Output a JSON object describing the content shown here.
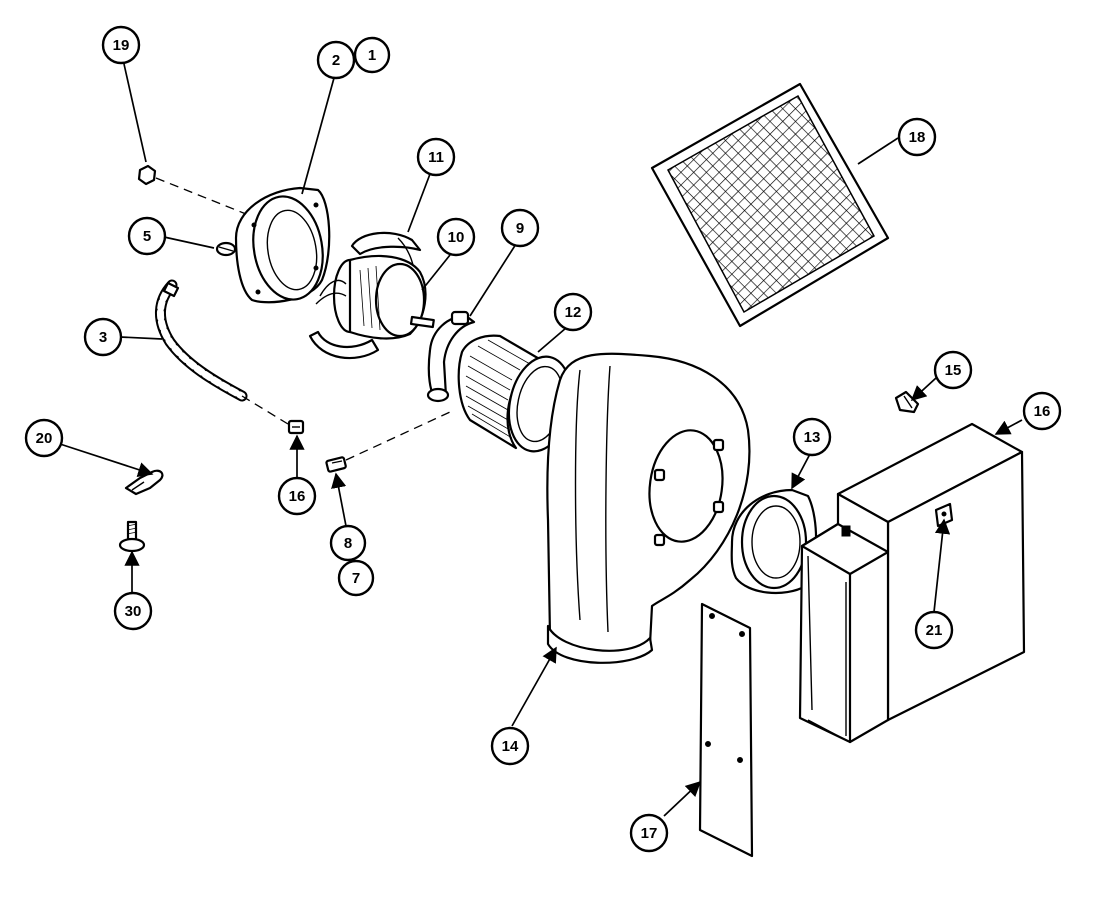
{
  "callouts": {
    "c1": "1",
    "c2": "2",
    "c3": "3",
    "c5": "5",
    "c7": "7",
    "c8": "8",
    "c9": "9",
    "c10": "10",
    "c11": "11",
    "c12": "12",
    "c13": "13",
    "c14": "14",
    "c15": "15",
    "c16a": "16",
    "c16b": "16",
    "c17": "17",
    "c18": "18",
    "c19": "19",
    "c20": "20",
    "c21": "21",
    "c30": "30"
  }
}
